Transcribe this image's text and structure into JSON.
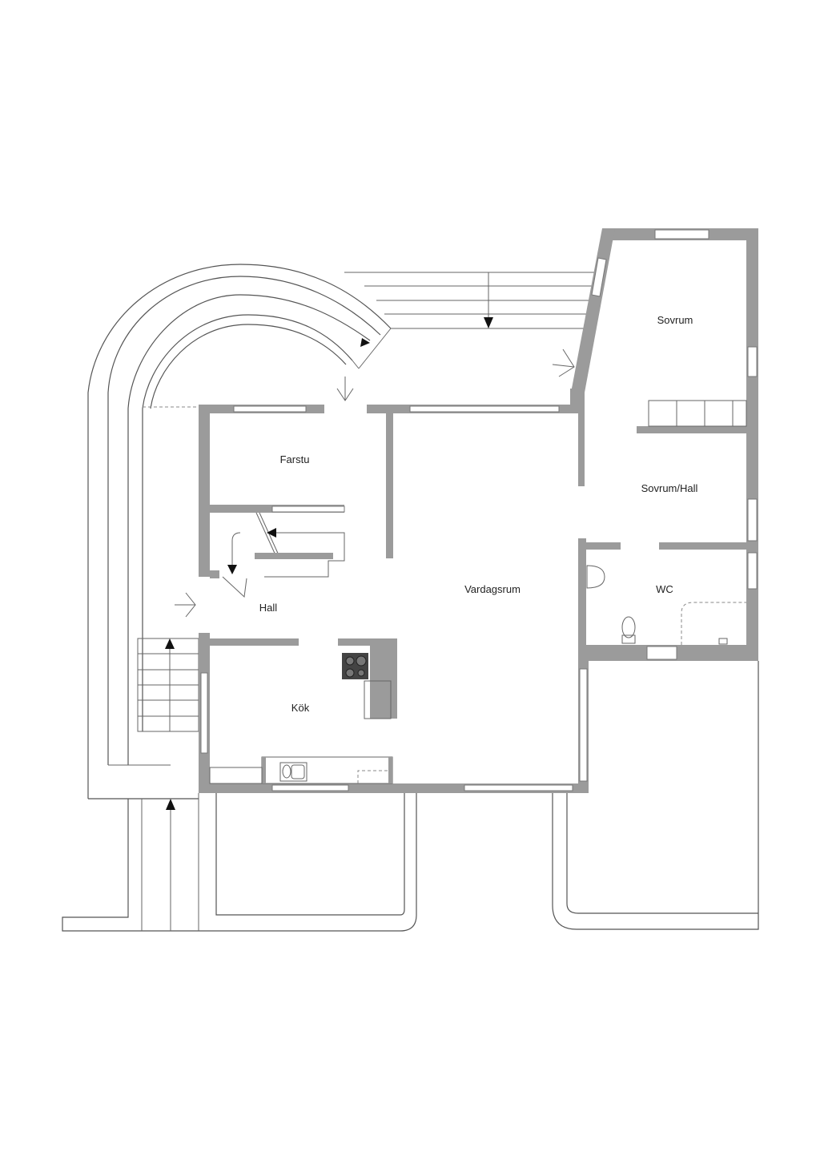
{
  "plan": {
    "rooms": {
      "sovrum": "Sovrum",
      "farstu": "Farstu",
      "sovrum_hall": "Sovrum/Hall",
      "vardagsrum": "Vardagsrum",
      "wc": "WC",
      "hall": "Hall",
      "kok": "Kök"
    },
    "colors": {
      "wall": "#9b9b9b",
      "line": "#555555",
      "background": "#ffffff"
    }
  }
}
